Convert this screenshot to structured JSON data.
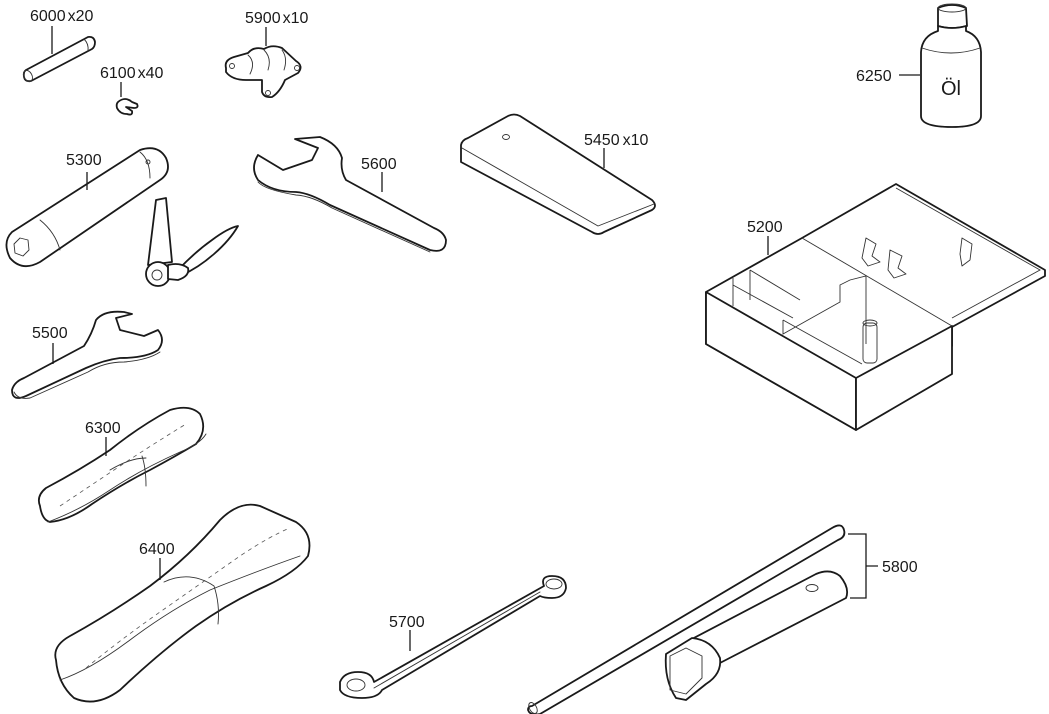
{
  "diagram": {
    "type": "exploded parts illustration — tool kit",
    "parts": [
      {
        "number": "6000",
        "qty": "x20"
      },
      {
        "number": "6100",
        "qty": "x40"
      },
      {
        "number": "5900",
        "qty": "x10"
      },
      {
        "number": "6250",
        "qty": ""
      },
      {
        "number": "5300",
        "qty": ""
      },
      {
        "number": "5600",
        "qty": ""
      },
      {
        "number": "5450",
        "qty": "x10"
      },
      {
        "number": "5200",
        "qty": ""
      },
      {
        "number": "5500",
        "qty": ""
      },
      {
        "number": "6300",
        "qty": ""
      },
      {
        "number": "6400",
        "qty": ""
      },
      {
        "number": "5700",
        "qty": ""
      },
      {
        "number": "5800",
        "qty": ""
      }
    ],
    "bottle_text": "Öl",
    "line_color": "#1a1a1a",
    "background": "#ffffff"
  }
}
